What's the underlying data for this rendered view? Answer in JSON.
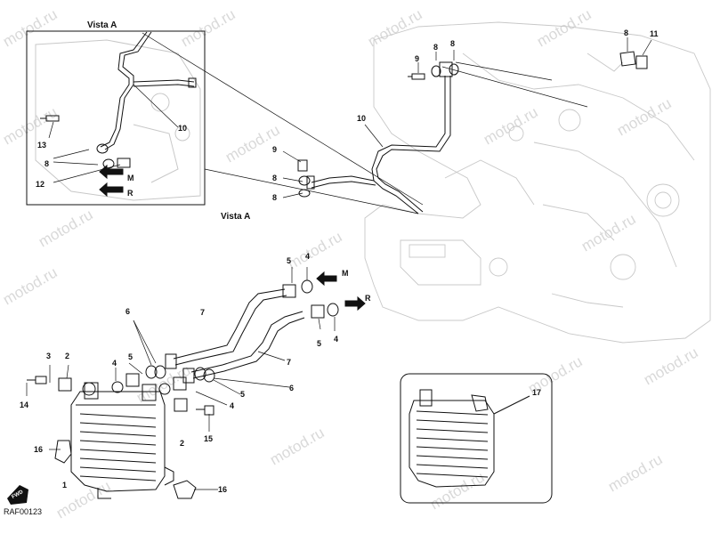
{
  "diagram": {
    "inset_title": "Vista A",
    "view_label": "Vista A",
    "drawing_code": "RAF00123",
    "fwd_label": "FWD",
    "watermark": "motod.ru",
    "direction_labels": [
      "M",
      "R",
      "M",
      "R"
    ],
    "callouts": [
      "1",
      "2",
      "2",
      "3",
      "4",
      "4",
      "4",
      "4",
      "5",
      "5",
      "5",
      "5",
      "6",
      "6",
      "7",
      "7",
      "8",
      "8",
      "8",
      "8",
      "8",
      "8",
      "9",
      "9",
      "10",
      "10",
      "11",
      "12",
      "13",
      "14",
      "15",
      "16",
      "16",
      "17"
    ]
  }
}
